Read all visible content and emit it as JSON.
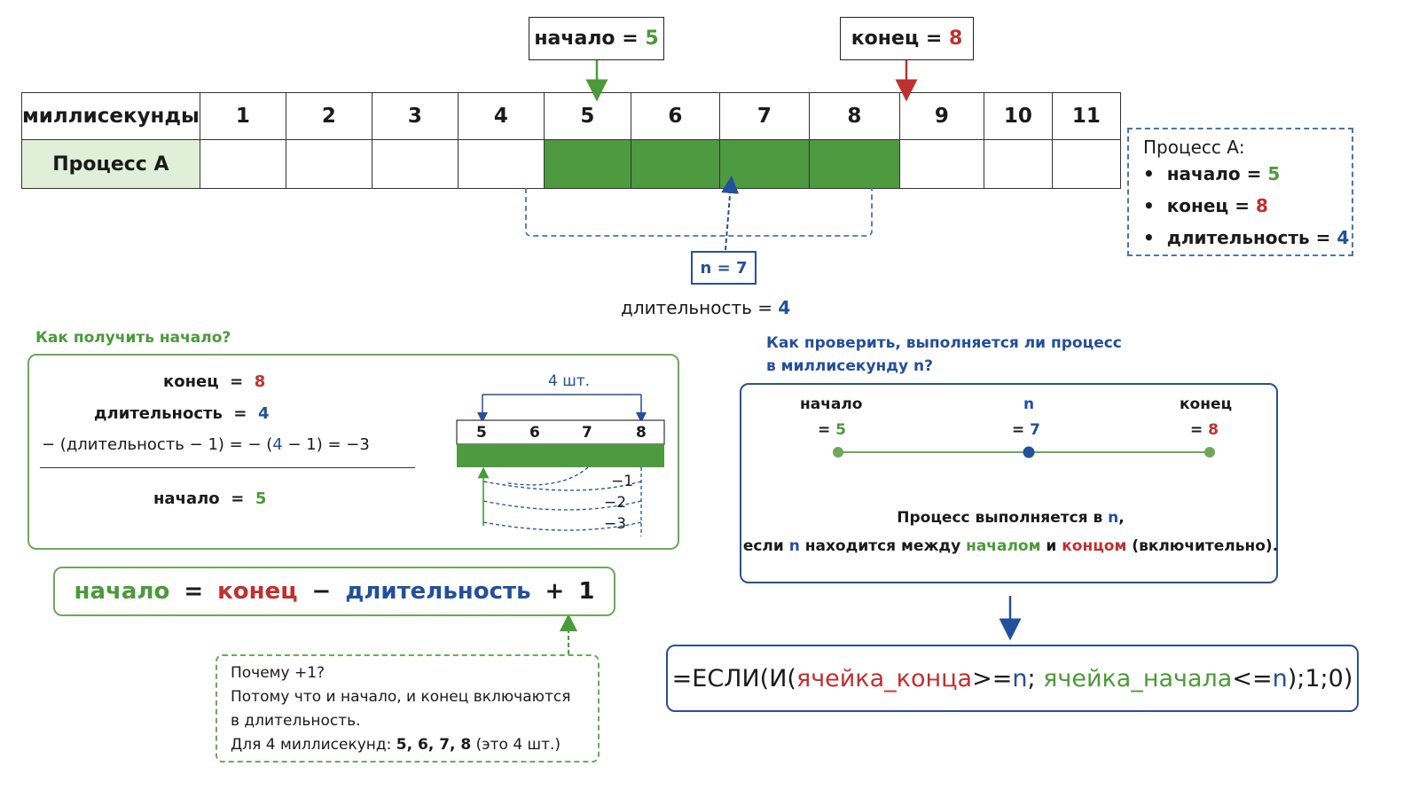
{
  "top": {
    "start_label": "начало",
    "start_eq": "=",
    "start_value": "5",
    "end_label": "конец",
    "end_eq": "=",
    "end_value": "8"
  },
  "timeline": {
    "ms_header": "миллисекунды",
    "process_header": "Процесс А",
    "ms": [
      "1",
      "2",
      "3",
      "4",
      "5",
      "6",
      "7",
      "8",
      "9",
      "10",
      "11"
    ],
    "active_from": 5,
    "active_to": 8
  },
  "n_box": {
    "label": "n = 7"
  },
  "duration_line": {
    "label": "длительность",
    "eq": "=",
    "value": "4"
  },
  "summary": {
    "title": "Процесс А:",
    "items": [
      {
        "label": "начало",
        "eq": "=",
        "value": "5"
      },
      {
        "label": "конец",
        "eq": "=",
        "value": "8"
      },
      {
        "label": "длительность",
        "eq": "=",
        "value": "4"
      }
    ]
  },
  "how_start": {
    "title": "Как получить начало?",
    "end_label": "конец",
    "end_eq": "=",
    "end_value": "8",
    "dur_label": "длительность",
    "dur_eq": "=",
    "dur_value": "4",
    "calc_prefix": "− (длительность − 1) = − (",
    "calc_four": "4",
    "calc_suffix": " − 1) = −3",
    "result_label": "начало",
    "result_eq": "=",
    "result_value": "5",
    "mini_count": "4 шт.",
    "mini_cells": [
      "5",
      "6",
      "7",
      "8"
    ],
    "steps": [
      "−1",
      "−2",
      "−3"
    ]
  },
  "formula": {
    "start": "начало",
    "eq": "=",
    "end": "конец",
    "minus": "−",
    "dur": "длительность",
    "plus": "+",
    "one": "1"
  },
  "why_plus_one": {
    "title": "Почему +1?",
    "line1": "Потому что и начало, и конец включаются",
    "line2": "в длительность.",
    "line3_prefix": "Для 4 миллисекунд: ",
    "line3_values": "5, 6, 7, 8",
    "line3_suffix": " (это 4 шт.)"
  },
  "check": {
    "title_line1": "Как проверить, выполняется ли процесс",
    "title_line2": "в миллисекунду n?",
    "start_label": "начало",
    "start_eq": "= ",
    "start_value": "5",
    "n_label": "n",
    "n_eq": "= ",
    "n_value": "7",
    "end_label": "конец",
    "end_eq": "= ",
    "end_value": "8",
    "sentence1_a": "Процесс выполняется в ",
    "sentence1_n": "n",
    "sentence1_b": ",",
    "sentence2_a": "если ",
    "sentence2_n": "n",
    "sentence2_b": " находится между ",
    "sentence2_start": "началом",
    "sentence2_c": " и ",
    "sentence2_end": "концом",
    "sentence2_d": " (включительно)."
  },
  "excel": {
    "prefix": "=ЕСЛИ(И(",
    "end_cell": "ячейка_конца",
    "ge": ">=",
    "n1": "n",
    "sep": "; ",
    "start_cell": "ячейка_начала",
    "le": "<=",
    "n2": "n",
    "suffix": ");1;0)"
  },
  "colors": {
    "green": "#4b9a3a",
    "red": "#c0302f",
    "blue": "#234f9c",
    "fill": "#4d9a3f"
  }
}
